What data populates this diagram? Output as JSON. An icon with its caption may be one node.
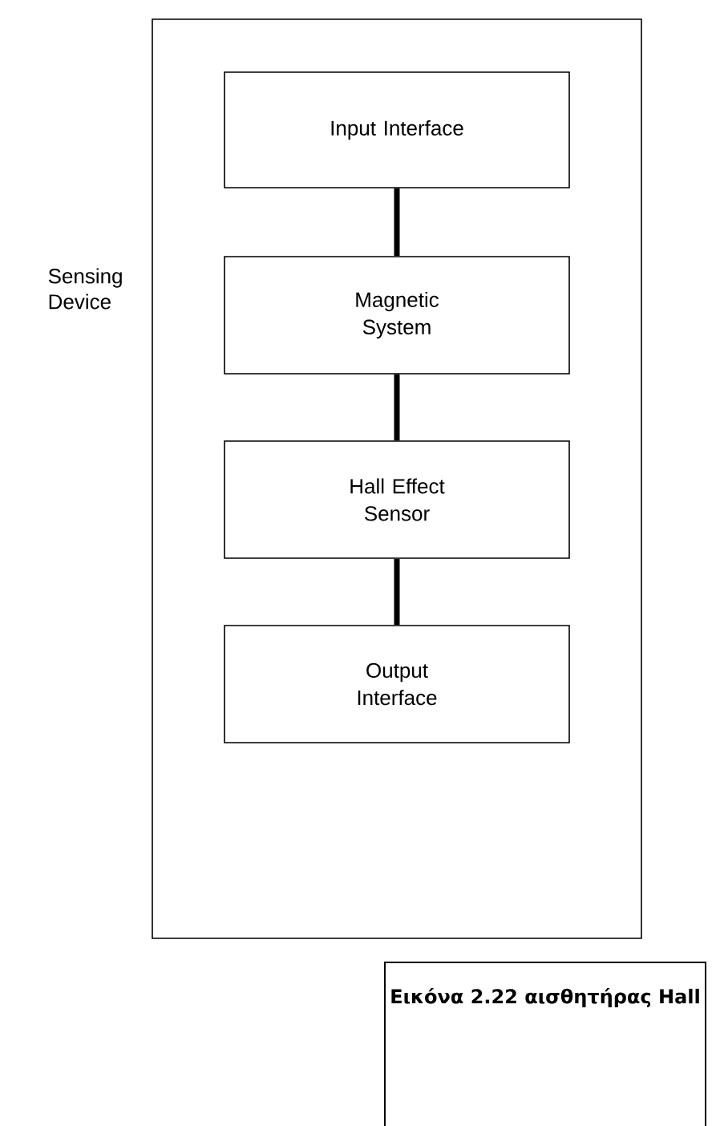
{
  "diagram": {
    "caption": "Εικόνα 2.22  αισθητήρας Hall",
    "nodes": [
      {
        "text": [
          "Sensing Device"
        ]
      },
      {
        "text": [
          "Input Interface"
        ],
        "in": 0
      },
      {
        "text": [
          "Magnetic System"
        ],
        "in": 0
      },
      {
        "text": [
          "Hall Effect Sensor"
        ],
        "in": 0
      },
      {
        "text": [
          "Output Interface"
        ],
        "in": 0
      }
    ],
    "edges": [
      {
        "from": 1,
        "to": 2,
        "arrow": "none"
      },
      {
        "from": 2,
        "to": 3,
        "arrow": "none"
      },
      {
        "from": 3,
        "to": 4,
        "arrow": "none"
      }
    ]
  }
}
